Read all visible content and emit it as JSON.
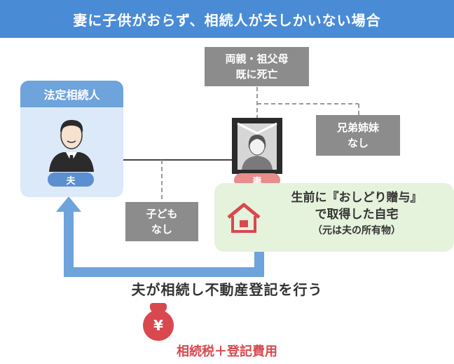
{
  "header": {
    "title": "妻に子供がおらず、相続人が夫しかいない場合"
  },
  "parents_box": {
    "line1": "両親・祖父母",
    "line2": "既に死亡"
  },
  "siblings_box": {
    "line1": "兄弟姉妹",
    "line2": "なし"
  },
  "children_box": {
    "line1": "子ども",
    "line2": "なし"
  },
  "legal_heir": {
    "title": "法定相続人",
    "person_label": "夫"
  },
  "deceased": {
    "person_label": "妻"
  },
  "home": {
    "line1": "生前に『おしどり贈与』",
    "line2": "で取得した自宅",
    "line3": "（元は夫の所有物）"
  },
  "action_text": "夫が相続し不動産登記を行う",
  "money_symbol": "¥",
  "cost_text": "相続税＋登記費用",
  "colors": {
    "header_blue": "#4a8bd6",
    "panel_blue": "#dbe9f9",
    "gray_box": "#8c8c8c",
    "husband_pill": "#5b8fd0",
    "wife_pill": "#e88c8c",
    "home_panel": "#e5f2dc",
    "accent_red": "#d9484f",
    "arrow_blue": "#6ea3dc"
  }
}
